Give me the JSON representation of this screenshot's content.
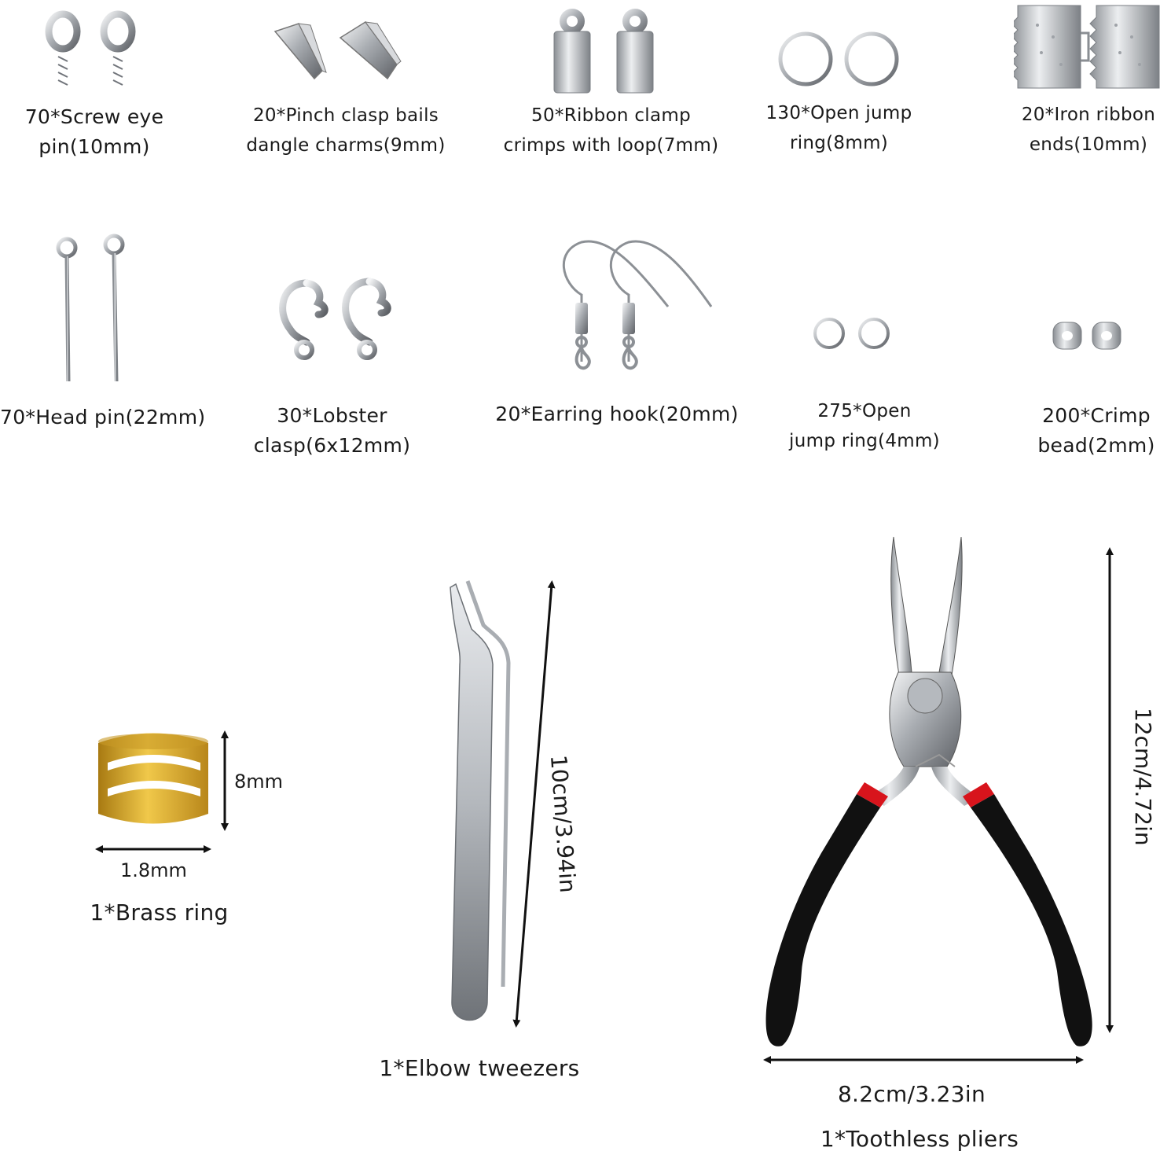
{
  "items": [
    {
      "line1": "70*Screw eye",
      "line2": "pin(10mm)",
      "icon": "screw-eye-pin-icon"
    },
    {
      "line1": "20*Pinch clasp bails",
      "line2": "dangle charms(9mm)",
      "icon": "pinch-bail-icon"
    },
    {
      "line1": "50*Ribbon clamp",
      "line2": "crimps with loop(7mm)",
      "icon": "ribbon-clamp-icon"
    },
    {
      "line1": "130*Open jump",
      "line2": "ring(8mm)",
      "icon": "jump-ring-icon"
    },
    {
      "line1": "20*Iron ribbon",
      "line2": "ends(10mm)",
      "icon": "ribbon-end-icon"
    },
    {
      "line1": "70*Head pin(22mm)",
      "line2": "",
      "icon": "head-pin-icon"
    },
    {
      "line1": "30*Lobster",
      "line2": "clasp(6x12mm)",
      "icon": "lobster-clasp-icon"
    },
    {
      "line1": "20*Earring hook(20mm)",
      "line2": "",
      "icon": "earring-hook-icon"
    },
    {
      "line1": "275*Open",
      "line2": "jump ring(4mm)",
      "icon": "small-jump-ring-icon"
    },
    {
      "line1": "200*Crimp",
      "line2": "bead(2mm)",
      "icon": "crimp-bead-icon"
    }
  ],
  "tools": {
    "brass_ring": {
      "label": "1*Brass ring",
      "height": "8mm",
      "width": "1.8mm"
    },
    "tweezers": {
      "label": "1*Elbow tweezers",
      "length": "10cm/3.94in"
    },
    "pliers": {
      "label": "1*Toothless pliers",
      "height": "12cm/4.72in",
      "width": "8.2cm/3.23in"
    }
  },
  "colors": {
    "silver": "#b8bcc0",
    "brass": "#d4a62c",
    "handle": "#111111",
    "accent_red": "#d8141c"
  }
}
